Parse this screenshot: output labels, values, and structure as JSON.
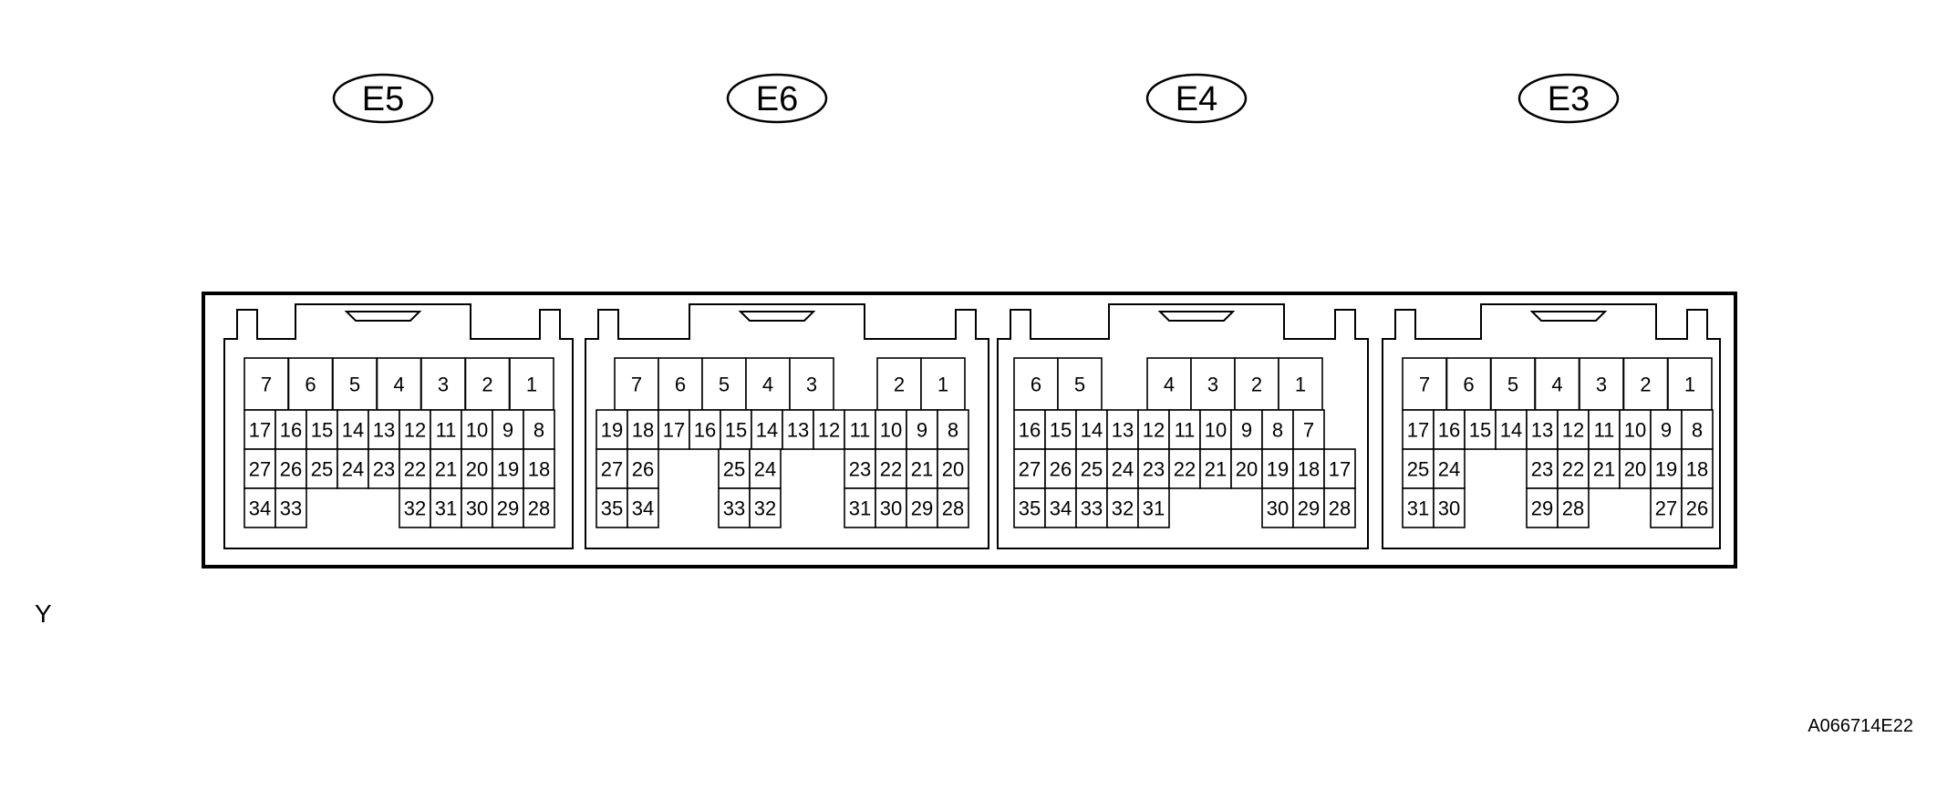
{
  "view_mark": "Y",
  "figure_id": "A066714E22",
  "connectors": [
    {
      "label": "E5",
      "rows": [
        [
          "7",
          "6",
          "5",
          "4",
          "3",
          "2",
          "1"
        ],
        [
          "17",
          "16",
          "15",
          "14",
          "13",
          "12",
          "11",
          "10",
          "9",
          "8"
        ],
        [
          "27",
          "26",
          "25",
          "24",
          "23",
          "22",
          "21",
          "20",
          "19",
          "18"
        ],
        [
          "34",
          "33",
          "32",
          "31",
          "30",
          "29",
          "28"
        ]
      ]
    },
    {
      "label": "E6",
      "rows": [
        [
          "7",
          "6",
          "5",
          "4",
          "3",
          "2",
          "1"
        ],
        [
          "19",
          "18",
          "17",
          "16",
          "15",
          "14",
          "13",
          "12",
          "11",
          "10",
          "9",
          "8"
        ],
        [
          "27",
          "26",
          "25",
          "24",
          "23",
          "22",
          "21",
          "20"
        ],
        [
          "35",
          "34",
          "33",
          "32",
          "31",
          "30",
          "29",
          "28"
        ]
      ]
    },
    {
      "label": "E4",
      "rows": [
        [
          "6",
          "5",
          "4",
          "3",
          "2",
          "1"
        ],
        [
          "16",
          "15",
          "14",
          "13",
          "12",
          "11",
          "10",
          "9",
          "8",
          "7"
        ],
        [
          "27",
          "26",
          "25",
          "24",
          "23",
          "22",
          "21",
          "20",
          "19",
          "18",
          "17"
        ],
        [
          "35",
          "34",
          "33",
          "32",
          "31",
          "30",
          "29",
          "28"
        ]
      ]
    },
    {
      "label": "E3",
      "rows": [
        [
          "7",
          "6",
          "5",
          "4",
          "3",
          "2",
          "1"
        ],
        [
          "17",
          "16",
          "15",
          "14",
          "13",
          "12",
          "11",
          "10",
          "9",
          "8"
        ],
        [
          "25",
          "24",
          "23",
          "22",
          "21",
          "20",
          "19",
          "18"
        ],
        [
          "31",
          "30",
          "29",
          "28",
          "27",
          "26"
        ]
      ]
    }
  ]
}
